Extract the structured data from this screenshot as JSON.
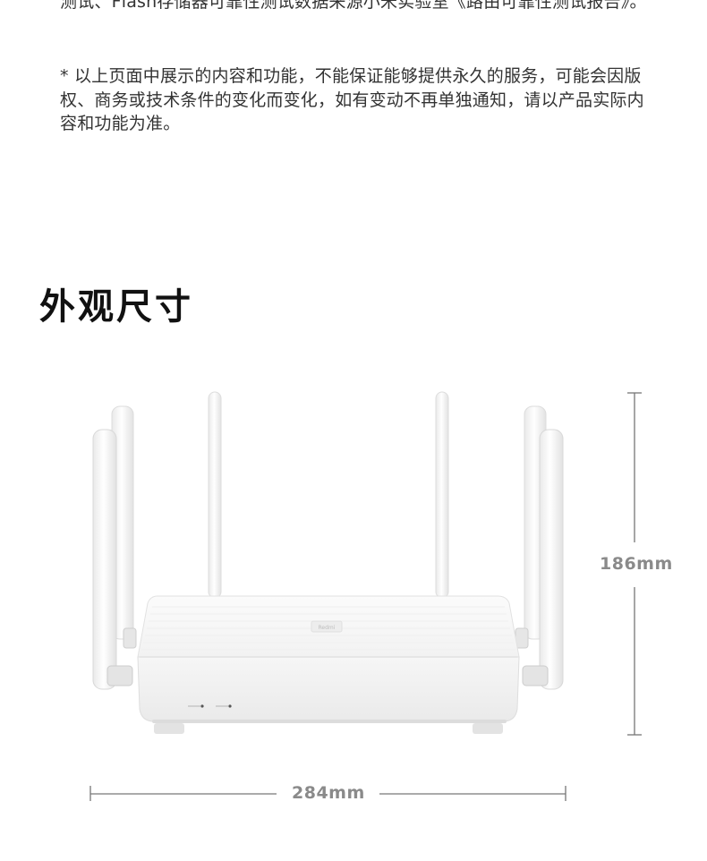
{
  "paragraphs": [
    "测试、Flash存储器可靠性测试数据来源小米实验室《路由可靠性测试报告》。",
    "* 以上页面中展示的内容和功能，不能保证能够提供永久的服务，可能会因版权、商务或技术条件的变化而变化，如有变动不再单独通知，请以产品实际内容和功能为准。"
  ],
  "section": {
    "title": "外观尺寸"
  },
  "dimensions": {
    "height": "186mm",
    "width": "284mm"
  },
  "product": {
    "logo_text": "Redmi",
    "antenna_count": 6
  },
  "colors": {
    "body": "#f7f7f7",
    "dimension_line": "#777777",
    "dimension_text": "#8a8a8a"
  }
}
